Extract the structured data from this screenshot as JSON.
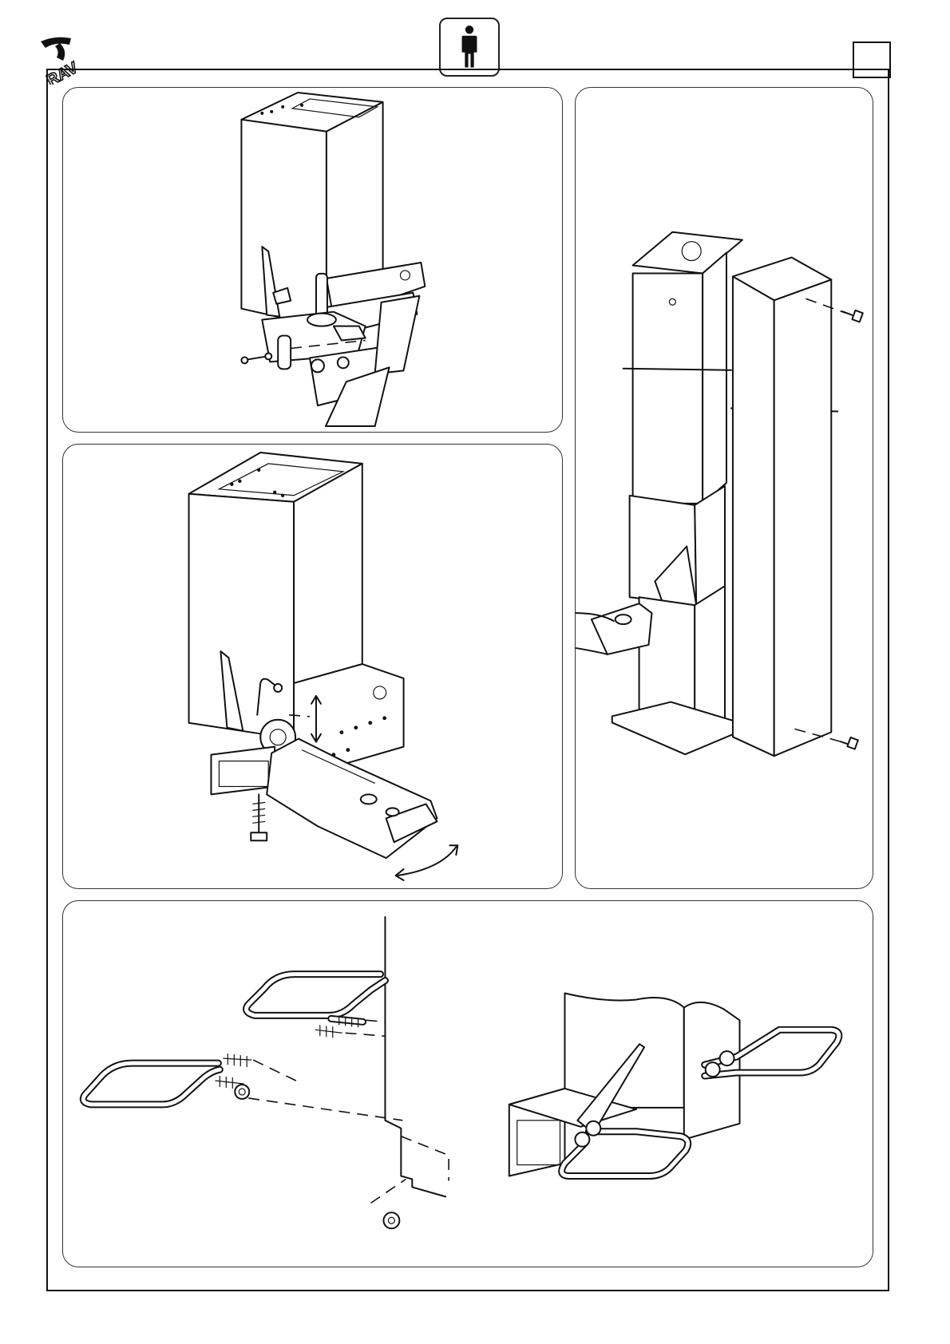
{
  "header": {
    "logo": {
      "icon": "rav-logo",
      "text": "RAV"
    },
    "operator_icon": "person-standing-icon",
    "page_box": ""
  },
  "panels": [
    {
      "id": "pin-insertion",
      "depicts": "column-base-with-pin"
    },
    {
      "id": "arm-locking",
      "depicts": "column-base-with-arm-lock"
    },
    {
      "id": "column-cover",
      "depicts": "column-with-side-cover-screws"
    },
    {
      "id": "anchor-bolts",
      "depicts": "u-bolt-fixing-to-column"
    }
  ],
  "colors": {
    "line": "#111111",
    "background": "#ffffff"
  }
}
